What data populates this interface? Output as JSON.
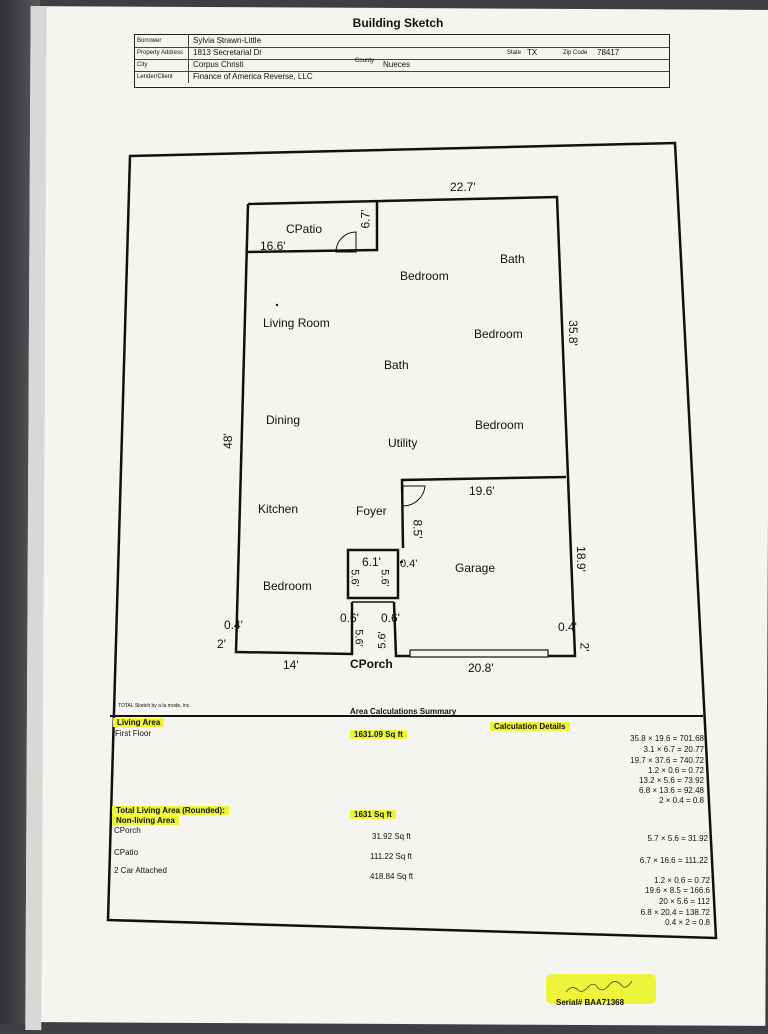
{
  "sheet": {
    "title": "Building Sketch",
    "header": {
      "borrower_label": "Borrower",
      "borrower": "Sylvia Strawn-Little",
      "address_label": "Property Address",
      "address": "1813 Secretarial Dr",
      "city_label": "City",
      "city": "Corpus Christi",
      "county_label": "County",
      "county": "Nueces",
      "state_label": "State",
      "state": "TX",
      "zip_label": "Zip Code",
      "zip": "78417",
      "lender_label": "Lender/Client",
      "lender": "Finance of America Reverse, LLC"
    }
  },
  "rooms": {
    "cpatio": "CPatio",
    "bedroom_top": "Bedroom",
    "bath_top": "Bath",
    "living_room": "Living Room",
    "bedroom_right": "Bedroom",
    "bath_mid": "Bath",
    "dining": "Dining",
    "utility": "Utility",
    "bedroom_mid_right": "Bedroom",
    "kitchen": "Kitchen",
    "foyer": "Foyer",
    "garage": "Garage",
    "bedroom_bottom": "Bedroom",
    "cporch": "CPorch"
  },
  "dimensions": {
    "top": "22.7'",
    "patio_width": "16.6'",
    "patio_height": "6.7'",
    "right_upper": "35.8'",
    "left": "48'",
    "garage_top": "19.6'",
    "garage_left": "8.5'",
    "garage_right": "18.9'",
    "closet_top": "6.1'",
    "closet_left": "5.6'",
    "closet_right": "5.6'",
    "closet_small": "0.4'",
    "porch_left_w": "0.6'",
    "porch_right_w": "0.6'",
    "porch_left_h": "5.6'",
    "porch_right_h": "5.6'",
    "left_notch": "0.4'",
    "left_notch_h": "2'",
    "right_notch": "0.4'",
    "right_notch_h": "2'",
    "bottom_left": "14'",
    "bottom_right": "20.8'"
  },
  "summary": {
    "sketch_credit": "TOTAL Sketch by a la mode, inc.",
    "title": "Area Calculations Summary",
    "living_area_label": "Living Area",
    "first_floor_label": "First Floor",
    "first_floor_value": "1631.09 Sq ft",
    "calc_details_label": "Calculation Details",
    "total_label": "Total Living Area (Rounded):",
    "total_value": "1631 Sq ft",
    "non_living_label": "Non-living Area",
    "cporch_label": "CPorch",
    "cporch_value": "31.92 Sq ft",
    "cpatio_label": "CPatio",
    "cpatio_value": "111.22 Sq ft",
    "garage_label": "2 Car Attached",
    "garage_value": "418.84 Sq ft",
    "calc_living": [
      "35.8 × 19.6 = 701.68",
      "3.1 × 6.7 = 20.77",
      "19.7 × 37.6 = 740.72",
      "1.2 × 0.6 = 0.72",
      "13.2 × 5.6 = 73.92",
      "6.8 × 13.6 = 92.48",
      "2 × 0.4 = 0.8"
    ],
    "calc_cporch": "5.7 × 5.6 = 31.92",
    "calc_cpatio": "6.7 × 16.6 = 111.22",
    "calc_garage": [
      "1.2 × 0.6 = 0.72",
      "19.6 × 8.5 = 166.6",
      "20 × 5.6 = 112",
      "6.8 × 20.4 = 138.72",
      "0.4 × 2 = 0.8"
    ]
  },
  "signature": {
    "serial": "Serial# BAA71368"
  }
}
